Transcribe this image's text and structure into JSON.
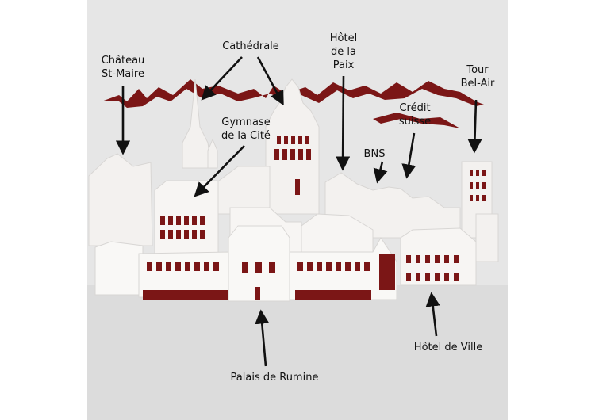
{
  "labels": {
    "chateau": [
      "Château",
      "St-Maire"
    ],
    "cathedrale": "Cathédrale",
    "hotel_paix": [
      "Hôtel",
      "de la",
      "Paix"
    ],
    "tour": [
      "Tour",
      "Bel-Air"
    ],
    "gymnase": [
      "Gymnase",
      "de la Cité"
    ],
    "credit": [
      "Crédit",
      "suisse"
    ],
    "bns": "BNS",
    "hotel_ville": "Hôtel de Ville",
    "rumine": "Palais de Rumine"
  },
  "colors": {
    "paper": "#f7f5f3",
    "backdrop": "#e5e5e5",
    "burgundy": "#7b1616",
    "arrow": "#111111"
  }
}
